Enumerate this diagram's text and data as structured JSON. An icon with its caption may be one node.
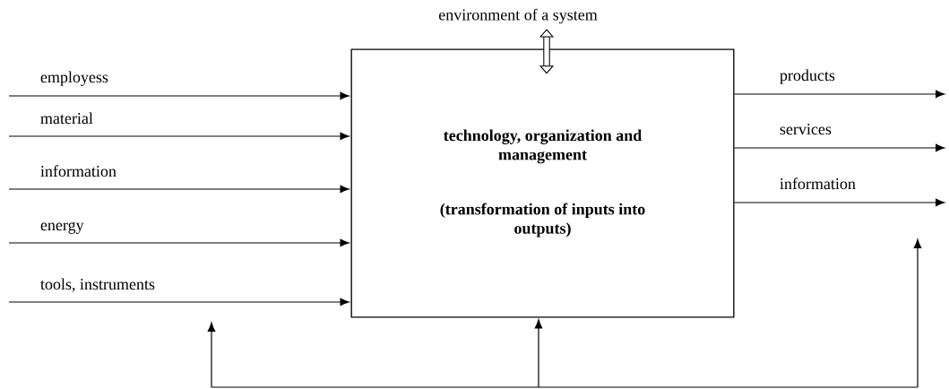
{
  "diagram": {
    "nodes": [
      {
        "text": [
          "technology, organization and management",
          "(transformation of inputs into outputs)"
        ]
      },
      {
        "text": [
          "environment of a system"
        ]
      }
    ],
    "edges": [
      {
        "from": null,
        "to": 0,
        "arrow": "to",
        "label": "employess"
      },
      {
        "from": null,
        "to": 0,
        "arrow": "to",
        "label": "material"
      },
      {
        "from": null,
        "to": 0,
        "arrow": "to",
        "label": "information"
      },
      {
        "from": null,
        "to": 0,
        "arrow": "to",
        "label": "energy"
      },
      {
        "from": null,
        "to": 0,
        "arrow": "to",
        "label": "tools, instruments"
      },
      {
        "from": 0,
        "to": null,
        "arrow": "to",
        "label": "products"
      },
      {
        "from": 0,
        "to": null,
        "arrow": "to",
        "label": "services"
      },
      {
        "from": 0,
        "to": null,
        "arrow": "to",
        "label": "information"
      },
      {
        "from": 1,
        "to": 0,
        "arrow": "both",
        "style": "thick"
      },
      {
        "from": null,
        "to": 0,
        "arrow": "to"
      }
    ]
  }
}
